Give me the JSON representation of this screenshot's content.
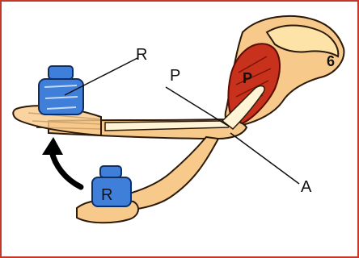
{
  "labels": {
    "resistance": "R",
    "power": "P",
    "fulcrum": "A",
    "muscle": "P",
    "figure_number": "6",
    "lower_weight": "R"
  },
  "colors": {
    "border": "#c0392b",
    "skin": "#f7c98a",
    "muscle": "#c8321c",
    "bone": "#fff5d6",
    "weight": "#3f7fd9",
    "arrow": "#000000"
  },
  "icons": {
    "arrow": "curved-arrow-icon",
    "upper_weight": "weight-icon",
    "lower_weight": "weight-icon"
  }
}
